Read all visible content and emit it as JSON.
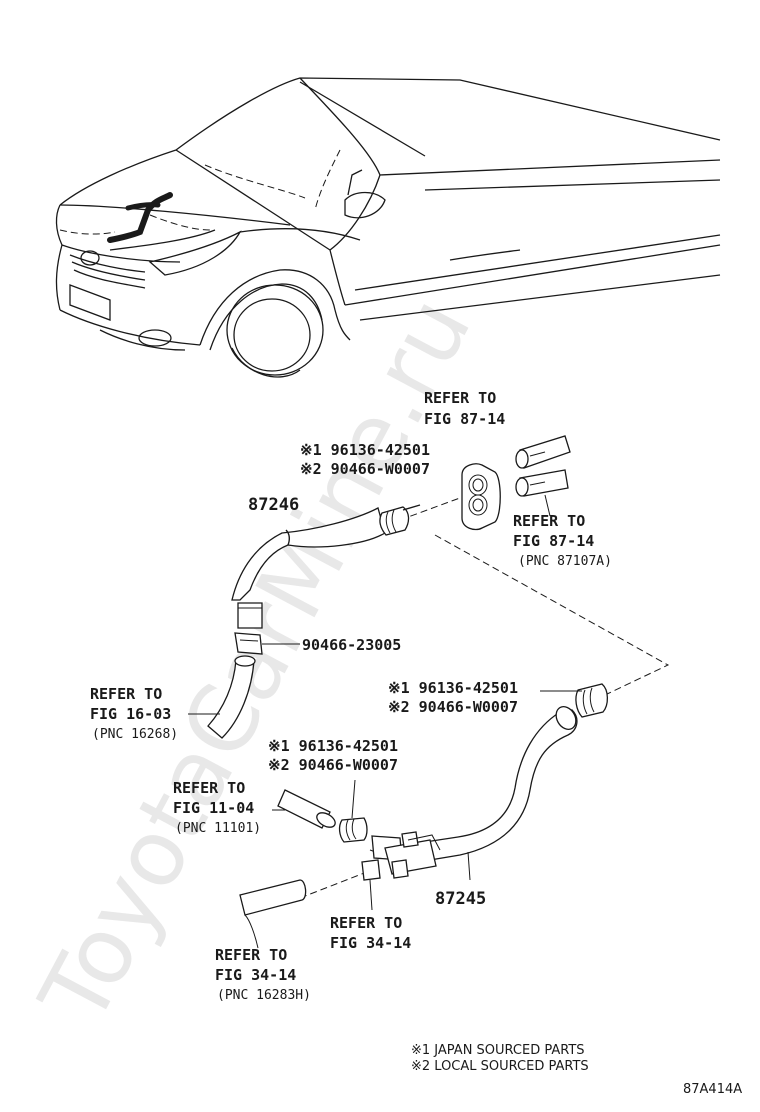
{
  "watermark": "ToyotaCarMine.ru",
  "labels": {
    "refer_87_14_top": [
      "REFER TO",
      "FIG 87-14"
    ],
    "refer_87_14_right": [
      "REFER TO",
      "FIG 87-14"
    ],
    "pnc_87107a": "(PNC 87107A)",
    "part_87246": "87246",
    "part_87245": "87245",
    "clip_top": [
      "※1 96136-42501",
      "※2 90466-W0007"
    ],
    "clip_right": [
      "※1 96136-42501",
      "※2 90466-W0007"
    ],
    "clip_mid": [
      "※1 96136-42501",
      "※2 90466-W0007"
    ],
    "clip_single": "90466-23005",
    "refer_16_03": [
      "REFER TO",
      "FIG 16-03"
    ],
    "pnc_16268": "(PNC 16268)",
    "refer_11_04": [
      "REFER TO",
      "FIG 11-04"
    ],
    "pnc_11101": "(PNC 11101)",
    "refer_34_14_mid": [
      "REFER TO",
      "FIG 34-14"
    ],
    "refer_34_14_bottom": [
      "REFER TO",
      "FIG 34-14"
    ],
    "pnc_16283h": "(PNC 16283H)"
  },
  "legend": [
    "※1 JAPAN SOURCED PARTS",
    "※2 LOCAL SOURCED PARTS"
  ],
  "figure_code": "87A414A"
}
